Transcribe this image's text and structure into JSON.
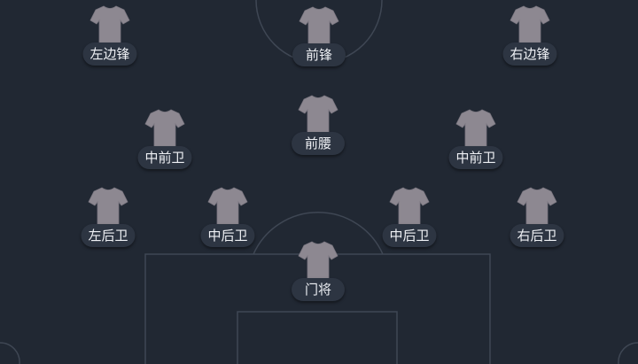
{
  "colors": {
    "pitch_background": "#212833",
    "pitch_line": "#3f4754",
    "shirt": "#8d8891",
    "label_background": "#2d3542",
    "label_text": "#eef0f4"
  },
  "formation": {
    "players": [
      {
        "role": "左边锋",
        "icon": "jersey-icon"
      },
      {
        "role": "前锋",
        "icon": "jersey-icon"
      },
      {
        "role": "右边锋",
        "icon": "jersey-icon"
      },
      {
        "role": "中前卫",
        "icon": "jersey-icon"
      },
      {
        "role": "前腰",
        "icon": "jersey-icon"
      },
      {
        "role": "中前卫",
        "icon": "jersey-icon"
      },
      {
        "role": "左后卫",
        "icon": "jersey-icon"
      },
      {
        "role": "中后卫",
        "icon": "jersey-icon"
      },
      {
        "role": "中后卫",
        "icon": "jersey-icon"
      },
      {
        "role": "右后卫",
        "icon": "jersey-icon"
      },
      {
        "role": "门将",
        "icon": "jersey-icon"
      }
    ]
  }
}
